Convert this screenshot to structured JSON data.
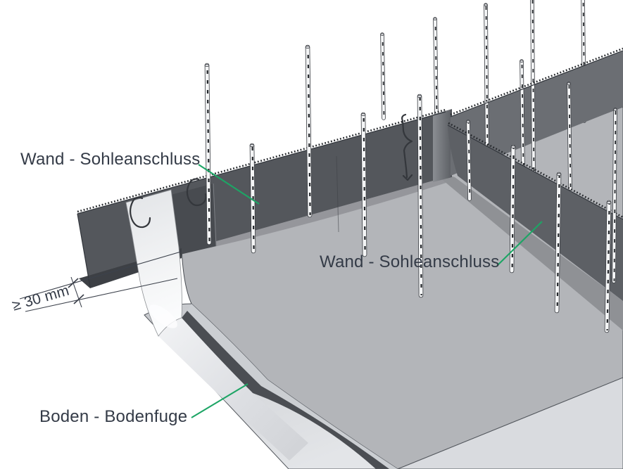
{
  "labels": {
    "wand_sohleanschluss_top": "Wand - Sohleanschluss",
    "wand_sohleanschluss_right": "Wand - Sohleanschluss",
    "boden_bodenfuge": "Boden - Bodenfuge",
    "dimension_min_embedment": "≥ 30 mm"
  },
  "colors": {
    "accent": "#1da565",
    "text": "#343b47",
    "dim": "#3d424c",
    "band-dark": "#54575c",
    "band-mid": "#6b6e73",
    "band-branch": "#5d6065",
    "slab": "#b3b5b9",
    "slab-front": "#d9dbdf",
    "joint-stripe": "#4b4e53",
    "tape-white": "#f2f3f5",
    "shadow": "#8f9195"
  }
}
